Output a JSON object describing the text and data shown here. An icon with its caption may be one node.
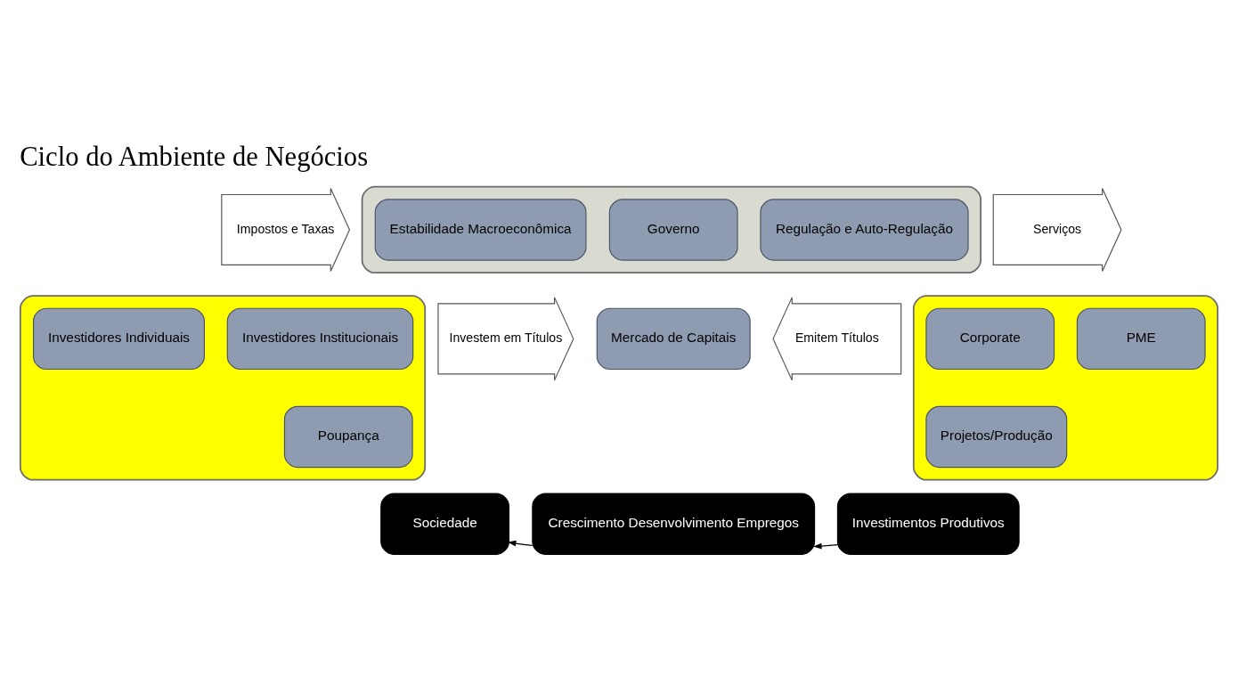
{
  "diagram": {
    "title": "Ciclo do Ambiente de Negócios",
    "nodes": [
      {
        "text": [
          "Impostos e Taxas"
        ]
      },
      {
        "text": [],
        "shape": "box"
      },
      {
        "text": [
          "Estabilidade Macroeconômica"
        ],
        "in": 1
      },
      {
        "text": [
          "Governo"
        ],
        "in": 1
      },
      {
        "text": [
          "Regulação e Auto-Regulação"
        ],
        "in": 1
      },
      {
        "text": [
          "Serviços"
        ]
      },
      {
        "text": [],
        "shape": "box"
      },
      {
        "text": [
          "Investidores Individuais"
        ],
        "in": 6
      },
      {
        "text": [
          "Investidores Institucionais"
        ],
        "in": 6
      },
      {
        "text": [
          "Poupança"
        ],
        "in": 6
      },
      {
        "text": [
          "Investem em Títulos"
        ]
      },
      {
        "text": [
          "Mercado de Capitais"
        ]
      },
      {
        "text": [
          "Emitem Títulos"
        ]
      },
      {
        "text": [],
        "shape": "box"
      },
      {
        "text": [
          "Corporate"
        ],
        "in": 13
      },
      {
        "text": [
          "PME"
        ],
        "in": 13
      },
      {
        "text": [
          "Projetos/Produção"
        ],
        "in": 13
      },
      {
        "text": [
          "Sociedade"
        ]
      },
      {
        "text": [
          "Crescimento Desenvolvimento Empregos"
        ]
      },
      {
        "text": [
          "Investimentos Produtivos"
        ]
      }
    ],
    "edges": [
      {
        "from": 19,
        "to": 18,
        "arrow": "to"
      },
      {
        "from": 18,
        "to": 17,
        "arrow": "to"
      }
    ]
  }
}
